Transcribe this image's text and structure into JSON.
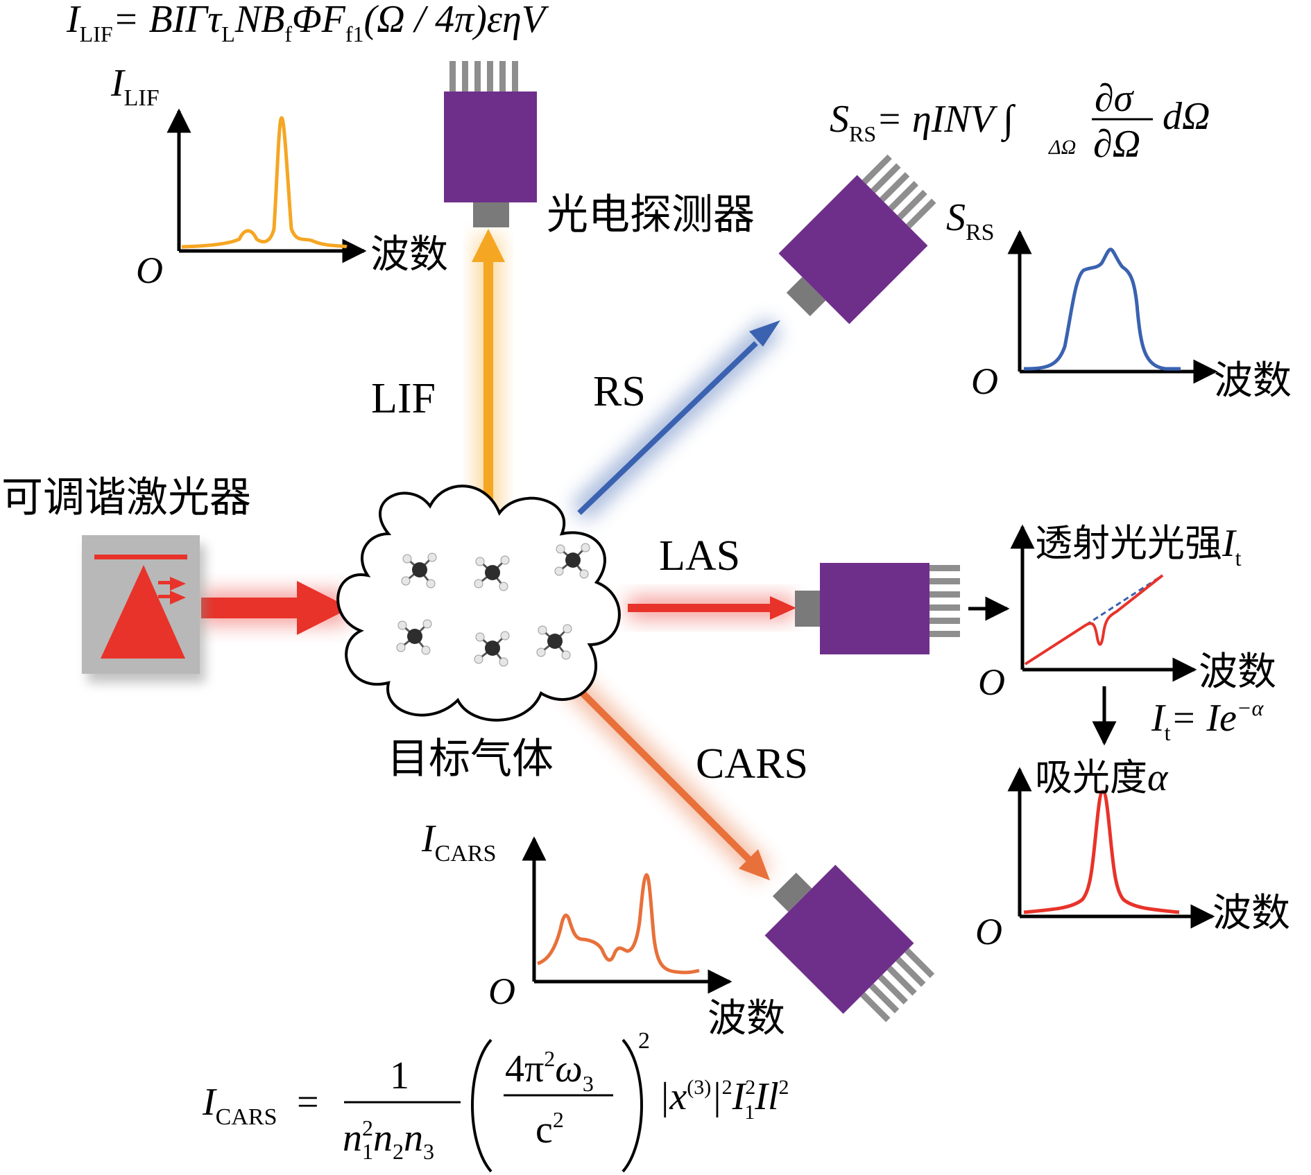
{
  "labels": {
    "laser": "可调谐激光器",
    "gas": "目标气体",
    "detector": "光电探测器",
    "lif": "LIF",
    "rs": "RS",
    "las": "LAS",
    "cars": "CARS",
    "wavenumber": "波数",
    "origin": "O",
    "transmitted": "透射光光强",
    "absorbance": "吸光度"
  },
  "formulas": {
    "lif": {
      "lhs": "I",
      "lhs_sub": "LIF",
      "rhs_a": "= BIΓτ",
      "rhs_sub1": "L",
      "rhs_b": "NB",
      "rhs_sub2": "f",
      "rhs_c": "ΦF",
      "rhs_sub3": "f1",
      "rhs_d": "(Ω / 4π)εηV"
    },
    "rs": {
      "lhs": "S",
      "lhs_sub": "RS",
      "rhs": "= ηINV ∫",
      "int_sub": "ΔΩ",
      "num": "∂σ",
      "den": "∂Ω",
      "tail": "dΩ"
    },
    "las": {
      "lhs": "I",
      "lhs_sub": "t",
      "rhs": "= Ie",
      "rhs_sup": "−α"
    },
    "cars": {
      "lhs": "I",
      "lhs_sub": "CARS",
      "eq": "=",
      "num1": "1",
      "den1_a": "n",
      "den1_sup": "2",
      "den1_sub1": "1",
      "den1_b": "n",
      "den1_sub2": "2",
      "den1_c": "n",
      "den1_sub3": "3",
      "num2": "4π",
      "num2_sup": "2",
      "num2_b": "ω",
      "num2_sub": "3",
      "den2": "c",
      "den2_sup": "2",
      "paren_sup": "2",
      "tail_a": "|x",
      "tail_sup1": "(3)",
      "tail_b": "|",
      "tail_sup2": "2",
      "tail_c": "I",
      "tail_sup3": "2",
      "tail_sub3": "1",
      "tail_d": "Il",
      "tail_sup4": "2"
    }
  },
  "axes": {
    "lif_y": {
      "main": "I",
      "sub": "LIF"
    },
    "rs_y": {
      "main": "S",
      "sub": "RS"
    },
    "las_y_sym": {
      "main": "I",
      "sub": "t"
    },
    "abs_y_sym": "α",
    "cars_y": {
      "main": "I",
      "sub": "CARS"
    }
  },
  "colors": {
    "lif": "#f5a623",
    "rs": "#3a62b0",
    "las": "#e8332a",
    "cars": "#e8703a",
    "detector": "#6e2f8a",
    "detector_dark": "#4a1d5e",
    "pin": "#8e8e8e",
    "laser_box": "#b8b8b8",
    "laser_red": "#e8332a"
  },
  "icons": {
    "detector": "photodetector-icon",
    "laser": "tunable-laser-icon",
    "molecule": "methane-molecule-icon",
    "cloud": "gas-cloud-icon"
  }
}
